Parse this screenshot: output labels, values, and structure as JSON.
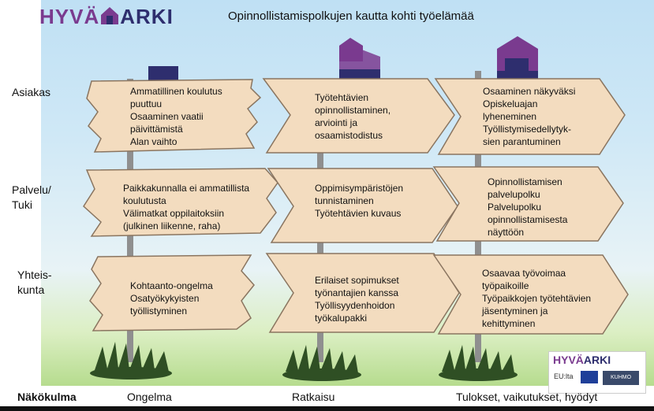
{
  "brand": {
    "logo_part1": "HYVÄ",
    "logo_part2": "ARKI"
  },
  "title": "Opinnollistamispolkujen kautta kohti työelämää",
  "row_labels": {
    "asiakas": "Asiakas",
    "palvelu": "Palvelu/\nTuki",
    "yhteiskunta": "Yhteis-\nkunta"
  },
  "column_headers": {
    "nakokulma": "Näkökulma",
    "ongelma": "Ongelma",
    "ratkaisu": "Ratkaisu",
    "tulokset": "Tulokset, vaikutukset, hyödyt"
  },
  "signs": {
    "r1c1": [
      "Ammatillinen koulutus",
      "puuttuu",
      "Osaaminen vaatii",
      "päivittämistä",
      "Alan vaihto"
    ],
    "r1c2": [
      "Työtehtävien",
      "opinnollistaminen,",
      "arviointi ja",
      "osaamistodistus"
    ],
    "r1c3": [
      "Osaaminen näkyväksi",
      "Opiskeluajan",
      "lyheneminen",
      "Työllistymisedellytyk-",
      "sien parantuminen"
    ],
    "r2c1": [
      "Paikkakunnalla ei ammatillista",
      "koulutusta",
      "Välimatkat oppilaitoksiin",
      "(julkinen liikenne, raha)"
    ],
    "r2c2": [
      "Oppimisympäristöjen",
      "tunnistaminen",
      "Työtehtävien kuvaus"
    ],
    "r2c3": [
      "Opinnollistamisen",
      "palvelupolku",
      "Palvelupolku",
      "opinnollistamisesta",
      "näyttöön"
    ],
    "r3c1": [
      "Kohtaanto-ongelma",
      "Osatyökykyisten",
      "työllistyminen"
    ],
    "r3c2": [
      "Erilaiset sopimukset",
      "työnantajien kanssa",
      "Työllisyydenhoidon",
      "työkalupakki"
    ],
    "r3c3": [
      "Osaavaa työvoimaa",
      "työpaikoille",
      "Työpaikkojen työtehtävien",
      "jäsentyminen ja",
      "kehittyminen"
    ]
  },
  "funding_box": {
    "logo_part1": "HYVÄ",
    "logo_part2": "ARKI",
    "eu_label": "EU:lta",
    "partner_label": "KUHMO"
  },
  "colors": {
    "purple": "#7a3b8f",
    "navy": "#2e2e6e",
    "wood": "#f3dcbf",
    "wood_edge": "#8a7560",
    "post": "#8f8f8f"
  }
}
